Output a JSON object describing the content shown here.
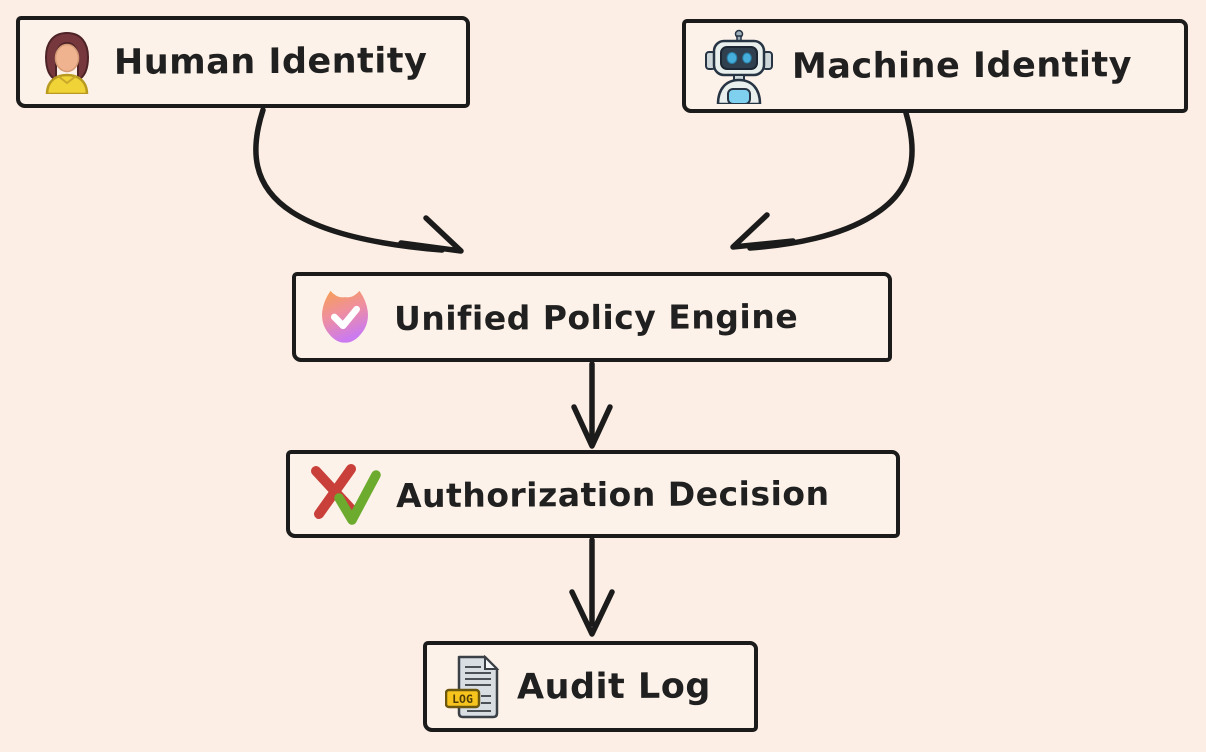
{
  "canvas": {
    "background": "#fceee4",
    "node_fill": "#fdf2e9",
    "ink": "#1b1b1b"
  },
  "nodes": {
    "human": {
      "label": "Human Identity",
      "icon": "woman-icon"
    },
    "machine": {
      "label": "Machine Identity",
      "icon": "robot-icon"
    },
    "policy": {
      "label": "Unified Policy Engine",
      "icon": "verified-badge-icon"
    },
    "decision": {
      "label": "Authorization Decision",
      "icon": "cross-and-check-icon"
    },
    "audit": {
      "label": "Audit Log",
      "icon": "log-document-icon",
      "tag": "LOG"
    }
  },
  "edges": [
    {
      "from": "human-identity",
      "to": "unified-policy-engine",
      "shape": "curved-arrow"
    },
    {
      "from": "machine-identity",
      "to": "unified-policy-engine",
      "shape": "curved-arrow"
    },
    {
      "from": "unified-policy-engine",
      "to": "authorization-decision",
      "shape": "straight-arrow"
    },
    {
      "from": "authorization-decision",
      "to": "audit-log",
      "shape": "straight-arrow"
    }
  ],
  "palette": {
    "arrow_ink": "#1b1b1b",
    "badge_gradient_top": "#f7a052",
    "badge_gradient_mid": "#ef8f9e",
    "badge_gradient_bottom": "#cb7af0",
    "cross_red": "#c9403a",
    "check_green": "#6cab2e",
    "log_tag_yellow": "#f6c41d",
    "robot_screen_navy": "#31404f",
    "robot_eye_blue": "#45aeda",
    "hair_maroon": "#76383d",
    "skin_peach": "#f0b38f",
    "shirt_yellow": "#f0d437",
    "paper_gray": "#d9dee3"
  }
}
